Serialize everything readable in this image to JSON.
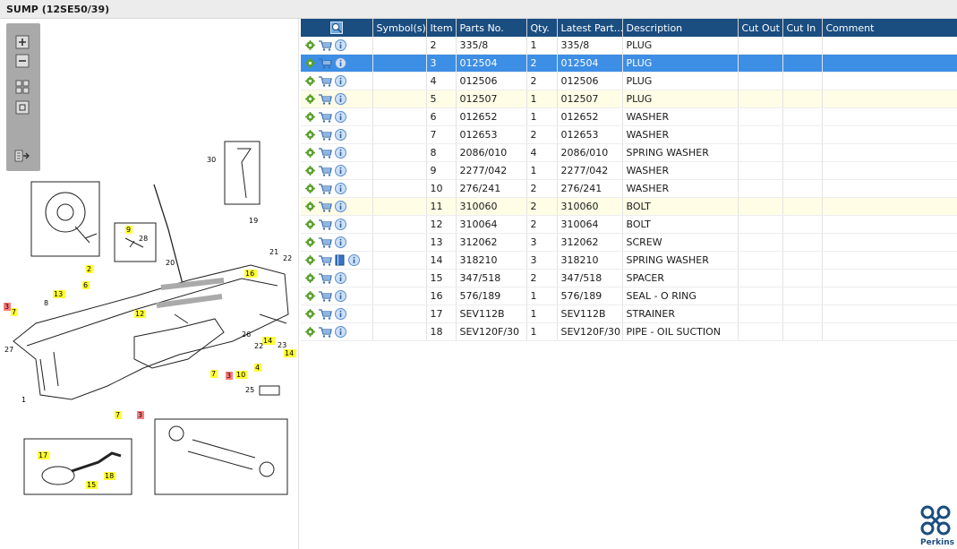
{
  "header": {
    "title": "SUMP (12SE50/39)"
  },
  "toolbar": {
    "items": [
      {
        "icon": "zoom-in-icon"
      },
      {
        "icon": "zoom-out-icon"
      },
      {
        "icon": "grid-view-icon"
      },
      {
        "icon": "fit-view-icon"
      },
      {
        "icon": "export-list-icon"
      }
    ]
  },
  "diagram": {
    "callouts": [
      "1",
      "2",
      "3",
      "3",
      "3",
      "4",
      "7",
      "7",
      "7",
      "8",
      "9",
      "10",
      "12",
      "13",
      "14",
      "14",
      "15",
      "16",
      "17",
      "18",
      "19",
      "20",
      "21",
      "22",
      "22",
      "23",
      "25",
      "26",
      "27",
      "28",
      "30"
    ]
  },
  "table": {
    "columns": [
      "",
      "Symbol(s)",
      "Item",
      "Parts No.",
      "Qty.",
      "Latest Part...",
      "Description",
      "Cut Out",
      "Cut In",
      "Comment"
    ],
    "rows": [
      {
        "item": "2",
        "part": "335/8",
        "qty": "1",
        "latest": "335/8",
        "desc": "PLUG",
        "state": "normal"
      },
      {
        "item": "3",
        "part": "012504",
        "qty": "2",
        "latest": "012504",
        "desc": "PLUG",
        "state": "selected"
      },
      {
        "item": "4",
        "part": "012506",
        "qty": "2",
        "latest": "012506",
        "desc": "PLUG",
        "state": "normal"
      },
      {
        "item": "5",
        "part": "012507",
        "qty": "1",
        "latest": "012507",
        "desc": "PLUG",
        "state": "alt"
      },
      {
        "item": "6",
        "part": "012652",
        "qty": "1",
        "latest": "012652",
        "desc": "WASHER",
        "state": "normal"
      },
      {
        "item": "7",
        "part": "012653",
        "qty": "2",
        "latest": "012653",
        "desc": "WASHER",
        "state": "normal"
      },
      {
        "item": "8",
        "part": "2086/010",
        "qty": "4",
        "latest": "2086/010",
        "desc": "SPRING WASHER",
        "state": "normal"
      },
      {
        "item": "9",
        "part": "2277/042",
        "qty": "1",
        "latest": "2277/042",
        "desc": "WASHER",
        "state": "normal"
      },
      {
        "item": "10",
        "part": "276/241",
        "qty": "2",
        "latest": "276/241",
        "desc": "WASHER",
        "state": "normal"
      },
      {
        "item": "11",
        "part": "310060",
        "qty": "2",
        "latest": "310060",
        "desc": "BOLT",
        "state": "alt"
      },
      {
        "item": "12",
        "part": "310064",
        "qty": "2",
        "latest": "310064",
        "desc": "BOLT",
        "state": "normal"
      },
      {
        "item": "13",
        "part": "312062",
        "qty": "3",
        "latest": "312062",
        "desc": "SCREW",
        "state": "normal"
      },
      {
        "item": "14",
        "part": "318210",
        "qty": "3",
        "latest": "318210",
        "desc": "SPRING WASHER",
        "state": "normal",
        "extra_icon": "book-icon"
      },
      {
        "item": "15",
        "part": "347/518",
        "qty": "2",
        "latest": "347/518",
        "desc": "SPACER",
        "state": "normal"
      },
      {
        "item": "16",
        "part": "576/189",
        "qty": "1",
        "latest": "576/189",
        "desc": "SEAL - O RING",
        "state": "normal"
      },
      {
        "item": "17",
        "part": "SEV112B",
        "qty": "1",
        "latest": "SEV112B",
        "desc": "STRAINER",
        "state": "normal"
      },
      {
        "item": "18",
        "part": "SEV120F/30",
        "qty": "1",
        "latest": "SEV120F/30",
        "desc": "PIPE - OIL SUCTION",
        "state": "normal"
      }
    ]
  },
  "branding": {
    "logo_text": "Perkins",
    "logo_color": "#1a4d80"
  },
  "colors": {
    "header_bg": "#1a4d80",
    "selected_row": "#3d8ee5",
    "alt_row": "#fffde6",
    "callout_yellow": "#ffff33",
    "callout_red": "#ff7b7b"
  }
}
